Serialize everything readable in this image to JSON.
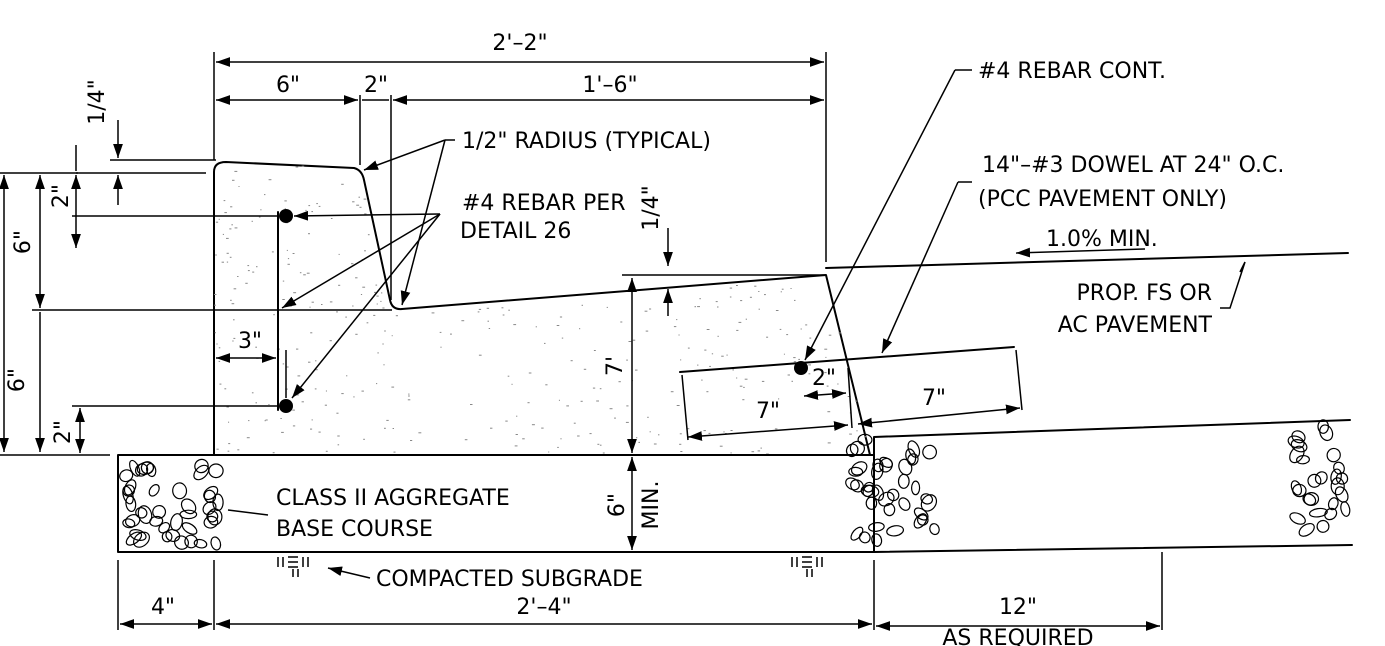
{
  "dimensions": {
    "overall_top": "2'–2\"",
    "seg_6": "6\"",
    "seg_2": "2\"",
    "seg_1_6": "1'–6\"",
    "left_quarter": "1/4\"",
    "left_2_top": "2\"",
    "left_6_top": "6\"",
    "left_6_bottom": "6\"",
    "left_2_bottom": "2\"",
    "three_inch": "3\"",
    "right_quarter": "1/4\"",
    "seven_ft": "7'",
    "six_min_value": "6\"",
    "six_min_suffix": "MIN.",
    "dowel_2": "2\"",
    "dowel_7_left": "7\"",
    "dowel_7_right": "7\"",
    "bottom_4": "4\"",
    "bottom_2_4": "2'–4\"",
    "bottom_12": "12\"",
    "bottom_as_required": "AS REQUIRED"
  },
  "callouts": {
    "radius": "1/2\" RADIUS (TYPICAL)",
    "rebar_per_line1": "#4 REBAR PER",
    "rebar_per_line2": "DETAIL 26",
    "rebar_cont": "#4 REBAR CONT.",
    "dowel_line1": "14\"–#3 DOWEL AT 24\" O.C.",
    "dowel_line2": "(PCC PAVEMENT ONLY)",
    "slope": "1.0% MIN.",
    "pavement_line1": "PROP. FS OR",
    "pavement_line2": "AC PAVEMENT",
    "aggregate_line1": "CLASS II AGGREGATE",
    "aggregate_line2": "BASE COURSE",
    "subgrade": "COMPACTED SUBGRADE"
  }
}
